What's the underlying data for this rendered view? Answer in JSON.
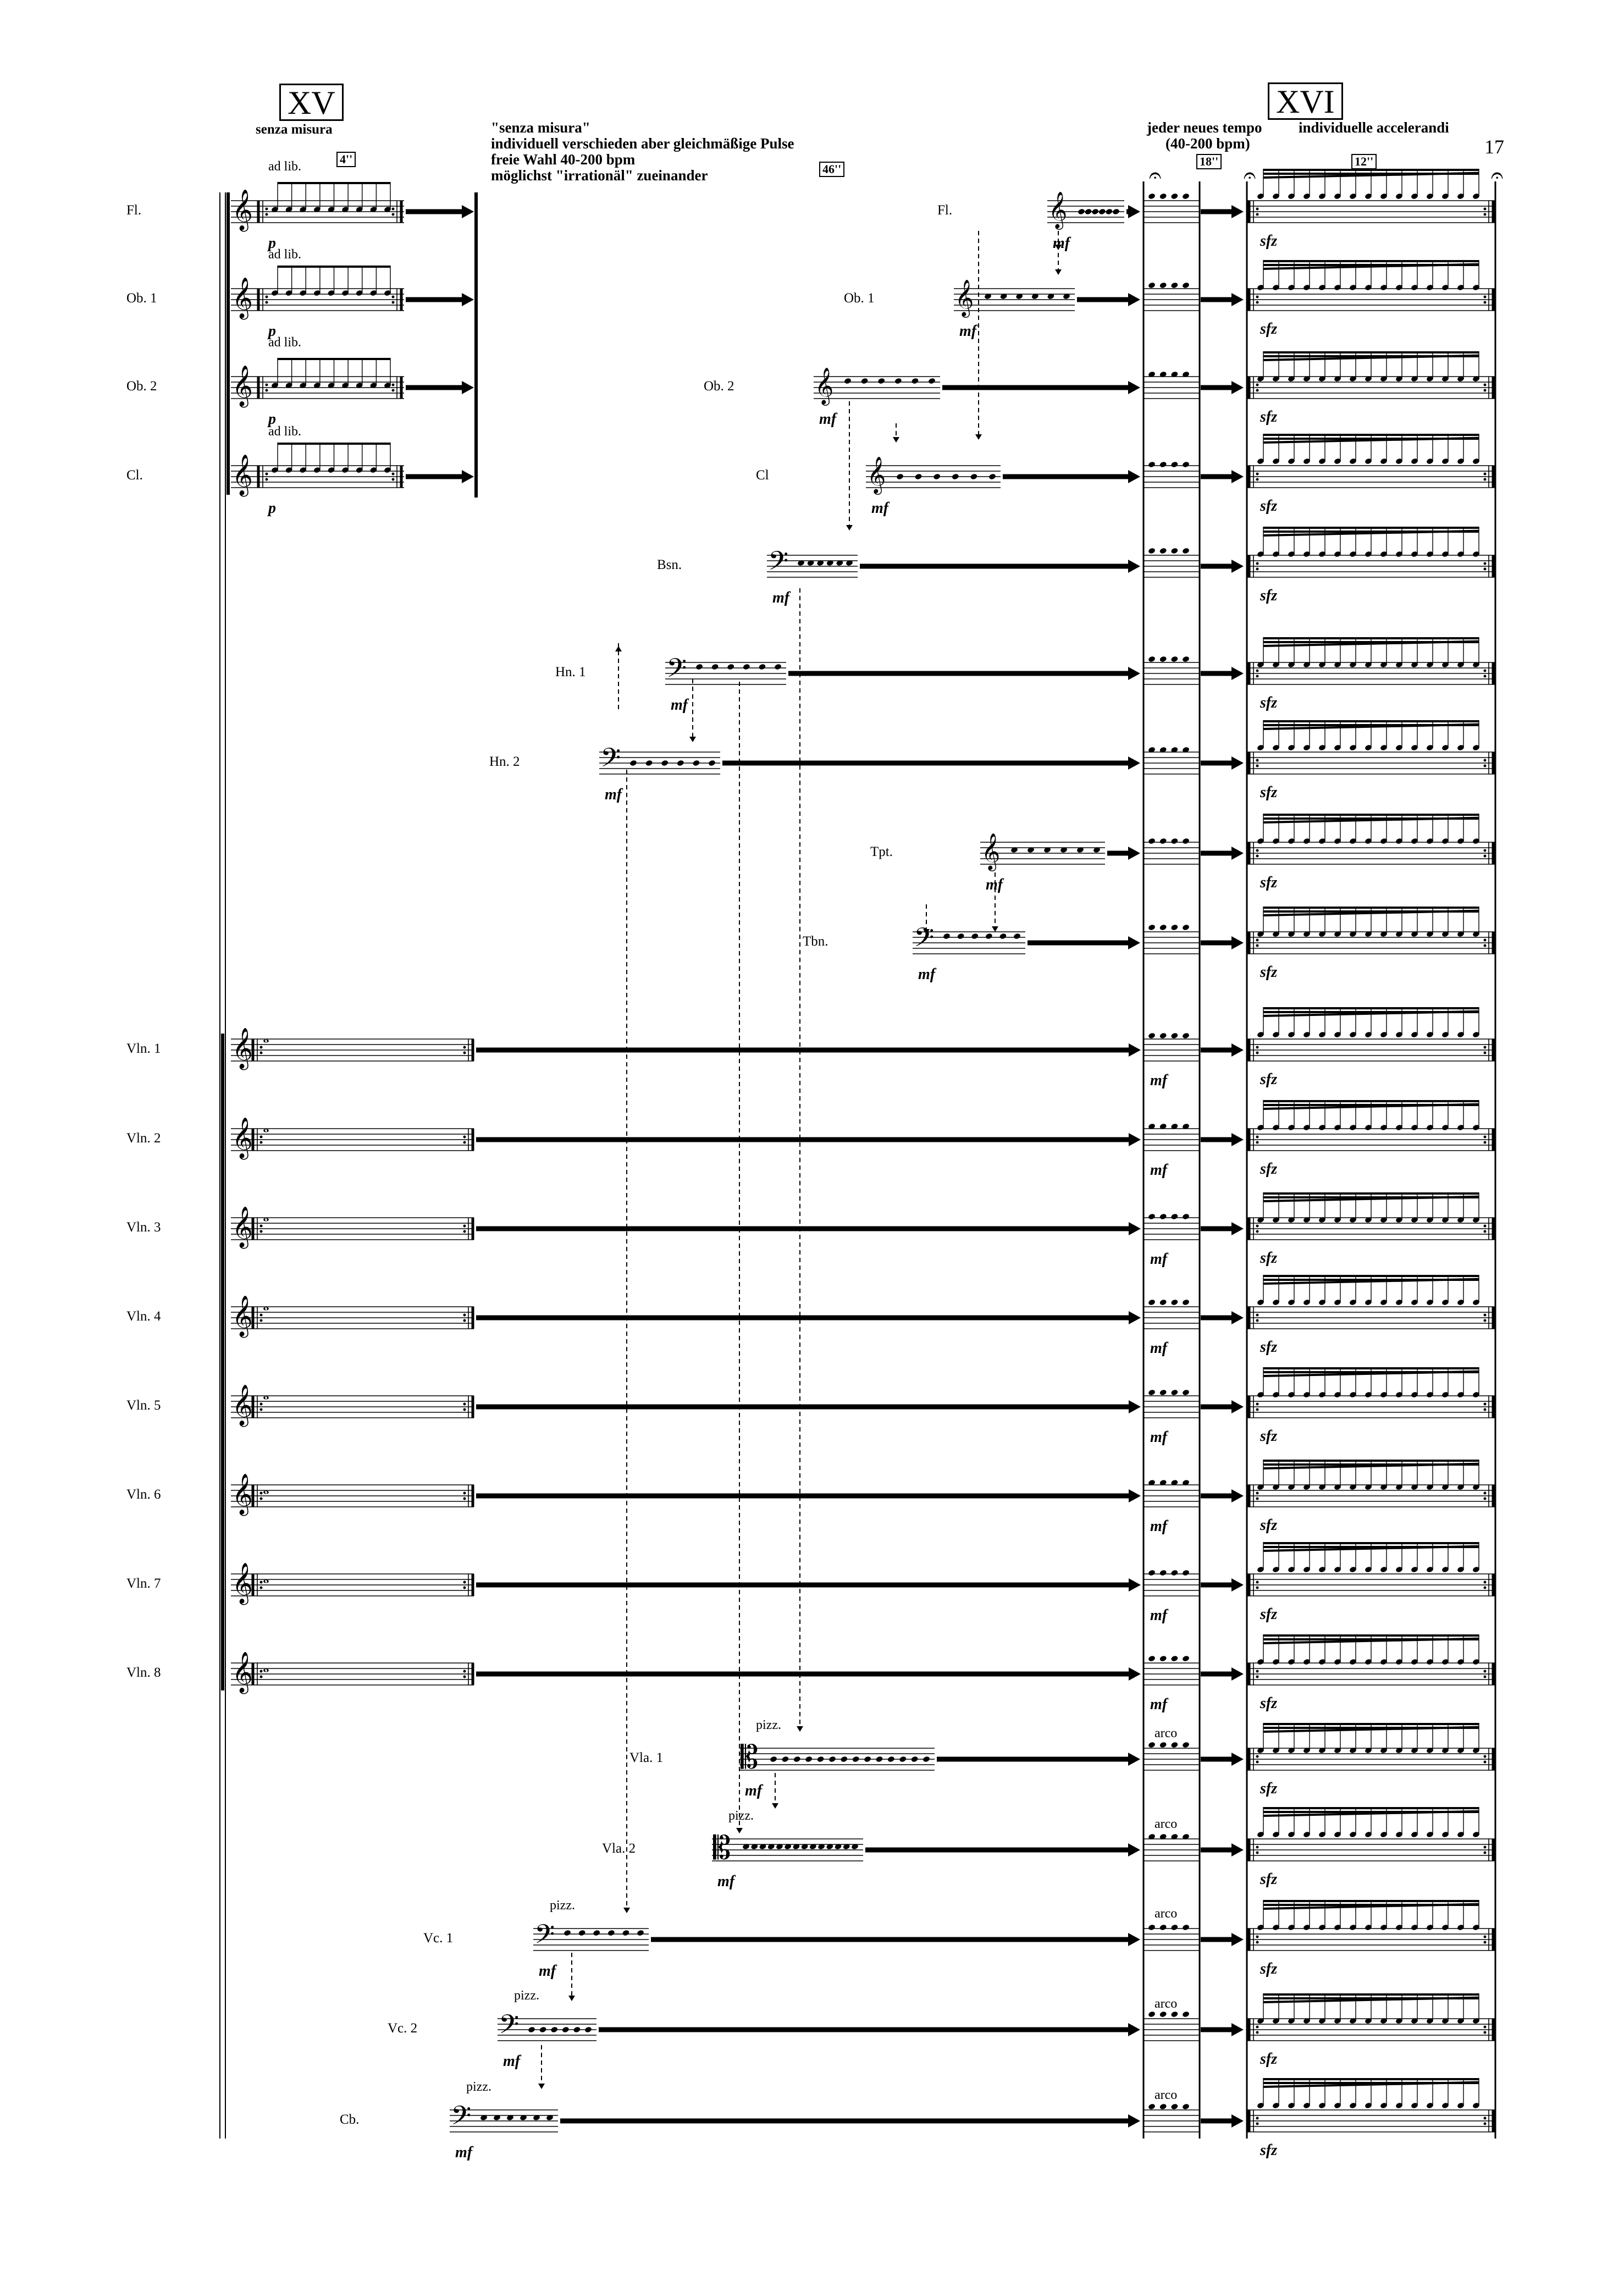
{
  "page_number": "17",
  "section_xv": {
    "rehearsal": "XV",
    "tempo": "senza misura",
    "duration": "4''"
  },
  "instructions": {
    "line1": "\"senza misura\"",
    "line2": "individuell verschieden aber gleichmäßige Pulse",
    "line3": "freie Wahl  40-200 bpm",
    "line4": "möglichst \"irrationäl\" zueinander",
    "duration": "46''"
  },
  "section_xvi": {
    "rehearsal": "XVI",
    "tempo_line1": "jeder neues tempo",
    "tempo_line2": "(40-200 bpm)",
    "tempo_duration": "18''",
    "accel": "individuelle accelerandi",
    "accel_duration": "12''"
  },
  "woodwinds_xv": [
    {
      "name": "Fl.",
      "marking": "ad lib.",
      "dynamic": "p"
    },
    {
      "name": "Ob. 1",
      "marking": "ad lib.",
      "dynamic": "p"
    },
    {
      "name": "Ob. 2",
      "marking": "ad lib.",
      "dynamic": "p"
    },
    {
      "name": "Cl.",
      "marking": "ad lib.",
      "dynamic": "p"
    }
  ],
  "entries": [
    {
      "name": "Fl.",
      "dynamic": "mf"
    },
    {
      "name": "Ob. 1",
      "dynamic": "mf"
    },
    {
      "name": "Ob. 2",
      "dynamic": "mf"
    },
    {
      "name": "Cl",
      "dynamic": "mf"
    },
    {
      "name": "Bsn.",
      "dynamic": "mf"
    },
    {
      "name": "Hn. 1",
      "dynamic": "mf"
    },
    {
      "name": "Hn. 2",
      "dynamic": "mf"
    },
    {
      "name": "Tpt.",
      "dynamic": "mf"
    },
    {
      "name": "Tbn.",
      "dynamic": "mf"
    },
    {
      "name": "Vla. 1",
      "dynamic": "mf",
      "marking": "pizz."
    },
    {
      "name": "Vla. 2",
      "dynamic": "mf",
      "marking": "pizz."
    },
    {
      "name": "Vc. 1",
      "dynamic": "mf",
      "marking": "pizz."
    },
    {
      "name": "Vc. 2",
      "dynamic": "mf",
      "marking": "pizz."
    },
    {
      "name": "Cb.",
      "dynamic": "mf",
      "marking": "pizz."
    }
  ],
  "violins": [
    {
      "name": "Vln. 1",
      "dynamic": "mf"
    },
    {
      "name": "Vln. 2",
      "dynamic": "mf"
    },
    {
      "name": "Vln. 3",
      "dynamic": "mf"
    },
    {
      "name": "Vln. 4",
      "dynamic": "mf"
    },
    {
      "name": "Vln. 5",
      "dynamic": "mf"
    },
    {
      "name": "Vln. 6",
      "dynamic": "mf"
    },
    {
      "name": "Vln. 7",
      "dynamic": "mf"
    },
    {
      "name": "Vln. 8",
      "dynamic": "mf"
    }
  ],
  "xvi_dynamic": "sfz",
  "arco": "arco",
  "symbols": {
    "treble_clef": "𝄞",
    "bass_clef": "𝄢",
    "alto_clef": "𝄡",
    "fermata": "𝄐",
    "note_whole": "𝅝",
    "note_black": "●"
  }
}
